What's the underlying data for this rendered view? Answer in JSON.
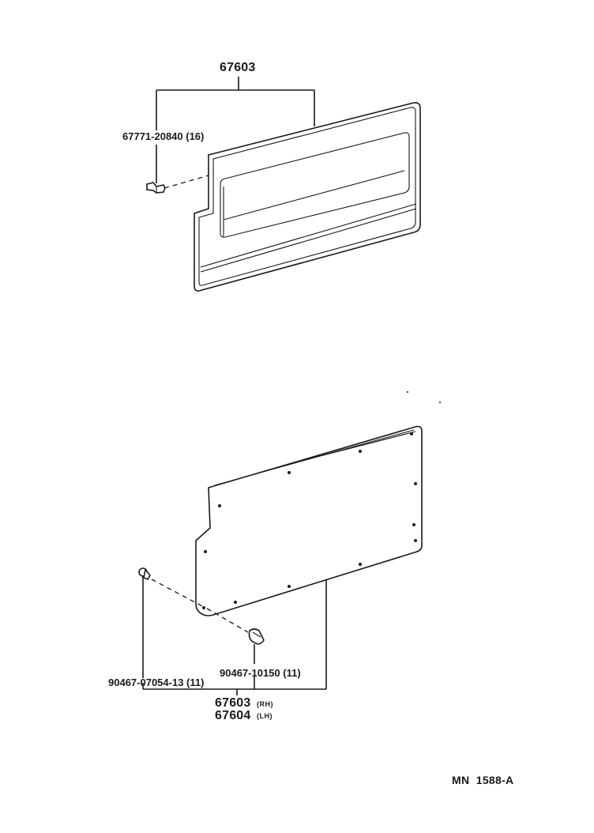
{
  "upper_group": {
    "assembly_part_no": "67603",
    "clip_part_no": "67771-20840 (16)"
  },
  "lower_group": {
    "clip_a_part_no": "90467-07054-13 (11)",
    "clip_b_part_no": "90467-10150 (11)",
    "rh_part_no": "67603",
    "rh_suffix": "(RH)",
    "lh_part_no": "67604",
    "lh_suffix": "(LH)"
  },
  "reference_code": "MN  1588-A"
}
